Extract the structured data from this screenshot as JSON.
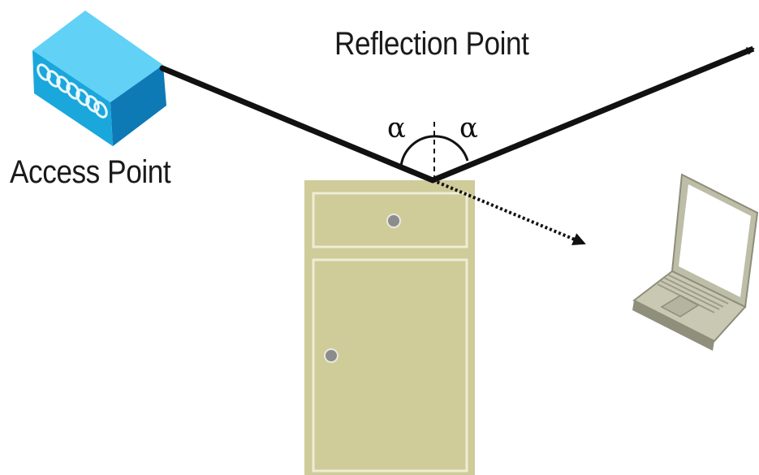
{
  "diagram": {
    "title": "Reflection Point",
    "access_point_label": "Access Point",
    "angle_symbol": "α",
    "colors": {
      "access_point_front": "#1aa7dc",
      "access_point_top": "#62d1f6",
      "access_point_side": "#0d79b5",
      "cabinet_fill": "#cfcc9a",
      "cabinet_panel_stroke": "#eeedd6",
      "knob": "#8c8c8c",
      "signal_line": "#111111",
      "laptop_body": "#b8b8a4"
    },
    "icons": [
      "access-point-icon",
      "cabinet-obstacle",
      "laptop-icon"
    ]
  }
}
